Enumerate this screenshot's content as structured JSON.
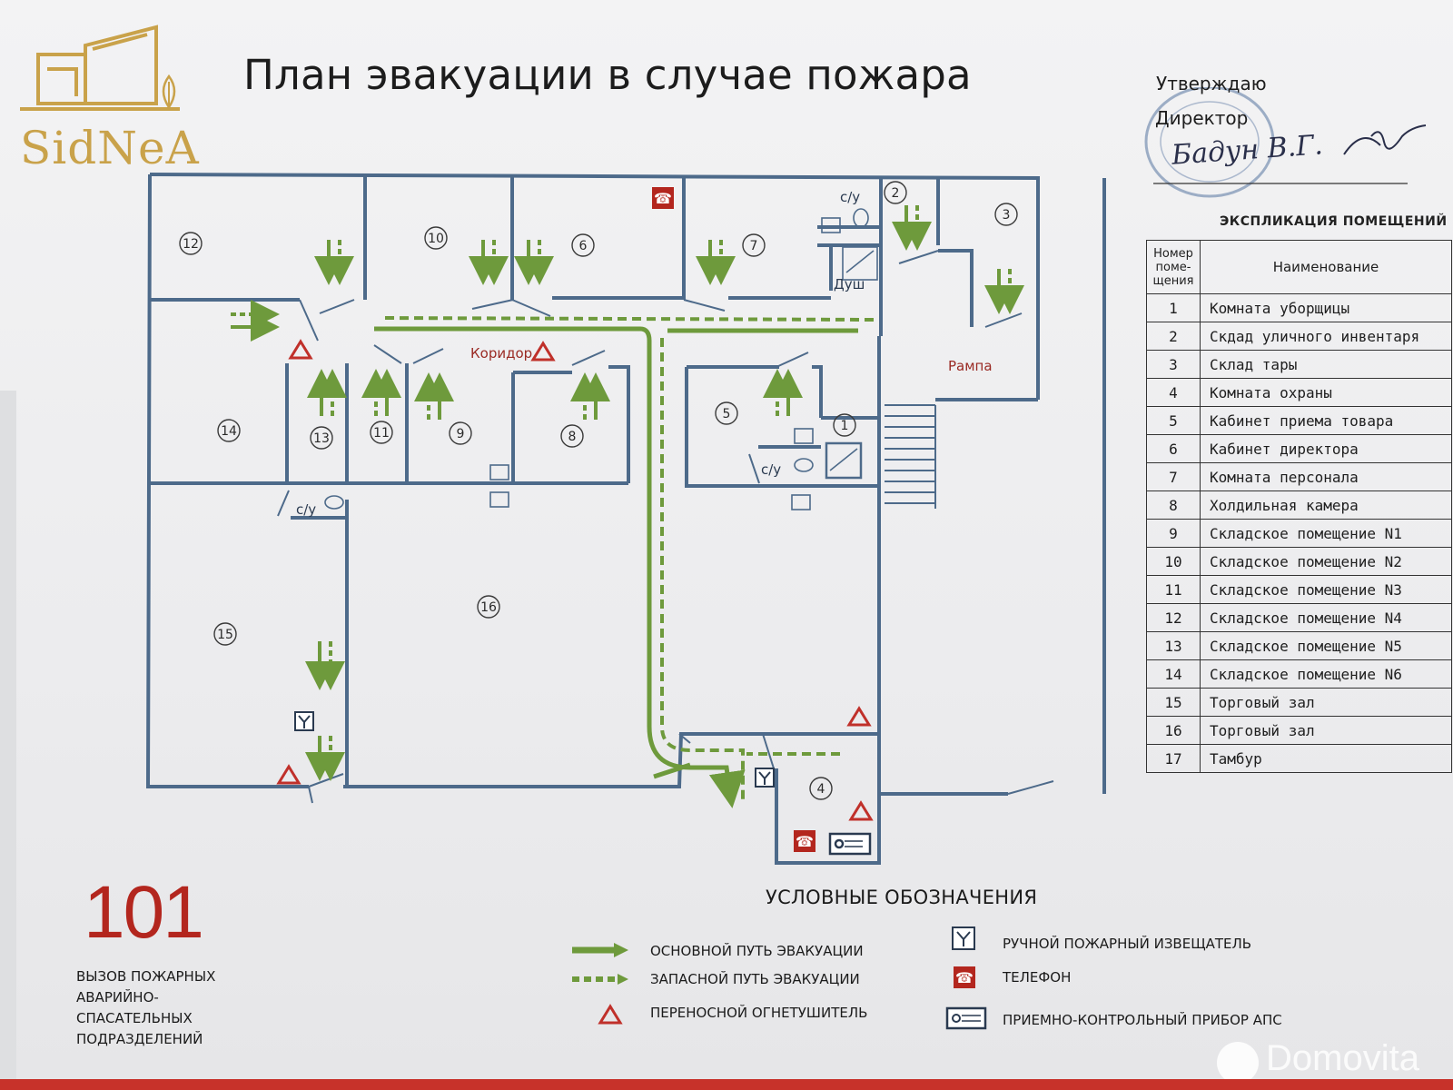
{
  "header": {
    "title": "План эвакуации в случае пожара",
    "logo_text": "SidNeA"
  },
  "approval": {
    "line1": "Утверждаю",
    "line2": "Директор",
    "signature": "Бадун В.Г."
  },
  "explication": {
    "title": "ЭКСПЛИКАЦИЯ ПОМЕЩЕНИЙ",
    "col_num": [
      "Номер",
      "поме-",
      "щения"
    ],
    "col_name": "Наименование",
    "rows": [
      {
        "n": "1",
        "name": "Комната уборщицы"
      },
      {
        "n": "2",
        "name": "Скдад уличного инвентаря"
      },
      {
        "n": "3",
        "name": "Склад тары"
      },
      {
        "n": "4",
        "name": "Комната охраны"
      },
      {
        "n": "5",
        "name": "Кабинет приема товара"
      },
      {
        "n": "6",
        "name": "Кабинет директора"
      },
      {
        "n": "7",
        "name": "Комната персонала"
      },
      {
        "n": "8",
        "name": "Холдильная камера"
      },
      {
        "n": "9",
        "name": "Складское помещение N1"
      },
      {
        "n": "10",
        "name": "Складское помещение N2"
      },
      {
        "n": "11",
        "name": "Складское помещение N3"
      },
      {
        "n": "12",
        "name": "Складское помещение N4"
      },
      {
        "n": "13",
        "name": "Складское помещение N5"
      },
      {
        "n": "14",
        "name": "Складское помещение N6"
      },
      {
        "n": "15",
        "name": "Торговый зал"
      },
      {
        "n": "16",
        "name": "Торговый зал"
      },
      {
        "n": "17",
        "name": "Тамбур"
      }
    ]
  },
  "plan": {
    "labels": {
      "corridor": "Коридор",
      "ramp": "Рампа",
      "shower": "Душ",
      "wc": "с/у"
    },
    "rooms": [
      {
        "n": "12"
      },
      {
        "n": "10"
      },
      {
        "n": "6"
      },
      {
        "n": "7"
      },
      {
        "n": "2"
      },
      {
        "n": "3"
      },
      {
        "n": "14"
      },
      {
        "n": "13"
      },
      {
        "n": "11"
      },
      {
        "n": "9"
      },
      {
        "n": "8"
      },
      {
        "n": "5"
      },
      {
        "n": "1"
      },
      {
        "n": "15"
      },
      {
        "n": "16"
      },
      {
        "n": "4"
      }
    ]
  },
  "emergency": {
    "number": "101",
    "caption_lines": [
      "ВЫЗОВ ПОЖАРНЫХ",
      "АВАРИЙНО-",
      "СПАСАТЕЛЬНЫХ",
      "ПОДРАЗДЕЛЕНИЙ"
    ]
  },
  "legend": {
    "title": "УСЛОВНЫЕ ОБОЗНАЧЕНИЯ",
    "main_route": "ОСНОВНОЙ ПУТЬ ЭВАКУАЦИИ",
    "reserve_route": "ЗАПАСНОЙ ПУТЬ ЭВАКУАЦИИ",
    "extinguisher": "ПЕРЕНОСНОЙ ОГНЕТУШИТЕЛЬ",
    "manual_alarm": "РУЧНОЙ ПОЖАРНЫЙ ИЗВЕЩАТЕЛЬ",
    "phone": "ТЕЛЕФОН",
    "control_panel": "ПРИЕМНО-КОНТРОЛЬНЫЙ ПРИБОР АПС"
  },
  "watermark": "Domovita",
  "colors": {
    "wall": "#4d6a8a",
    "route": "#6e9a3c",
    "extinguisher": "#c0302a",
    "phone": "#b3261e",
    "accent_red": "#c7322a",
    "logo_gold": "#c9a24a"
  }
}
